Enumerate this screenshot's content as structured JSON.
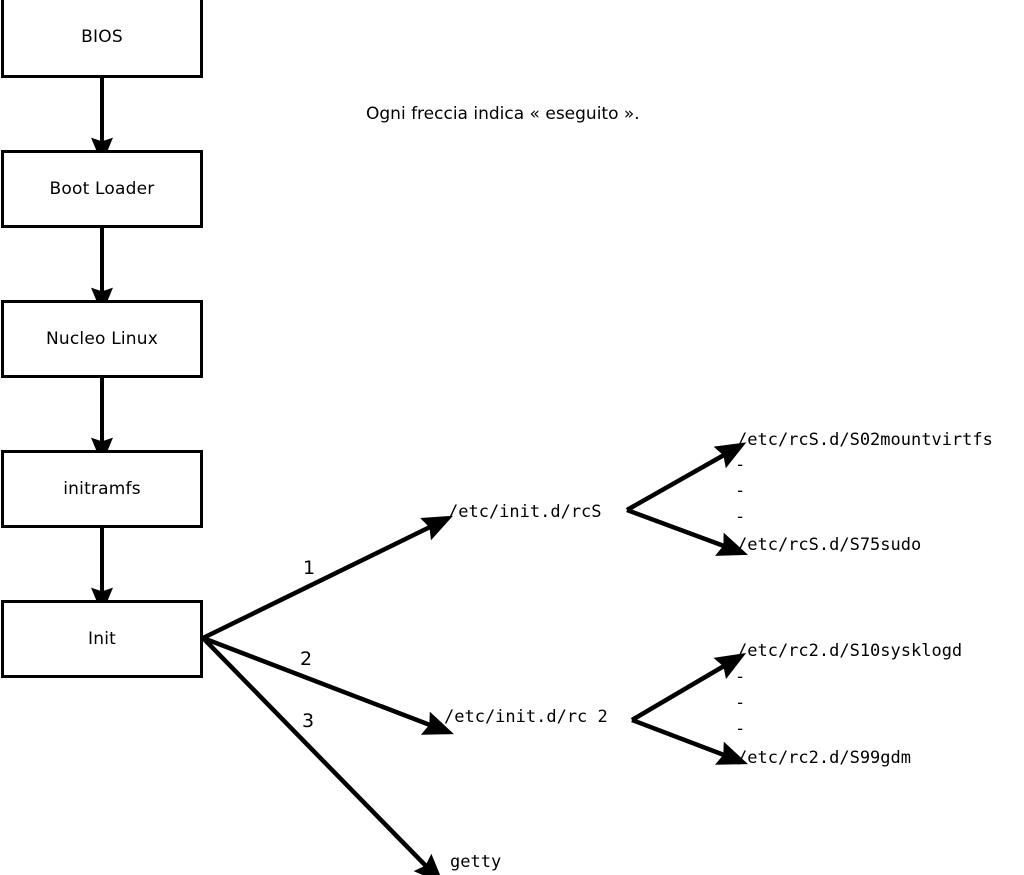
{
  "diagram": {
    "caption": "Ogni freccia indica « eseguito ».",
    "stages": [
      {
        "label": "BIOS"
      },
      {
        "label": "Boot Loader"
      },
      {
        "label": "Nucleo Linux"
      },
      {
        "label": "initramfs"
      },
      {
        "label": "Init"
      }
    ],
    "branches": [
      {
        "number": "1",
        "target": "/etc/init.d/rcS"
      },
      {
        "number": "2",
        "target": "/etc/init.d/rc 2"
      },
      {
        "number": "3",
        "target": "getty"
      }
    ],
    "rcs_scripts": {
      "first": "/etc/rcS.d/S02mountvirtfs",
      "last": "/etc/rcS.d/S75sudo",
      "ellipsis": [
        "-",
        "-",
        "-"
      ]
    },
    "rc2_scripts": {
      "first": "/etc/rc2.d/S10sysklogd",
      "last": "/etc/rc2.d/S99gdm",
      "ellipsis": [
        "-",
        "-",
        "-"
      ]
    },
    "colors": {
      "stroke": "#000000",
      "background": "#ffffff",
      "text": "#000000"
    }
  }
}
